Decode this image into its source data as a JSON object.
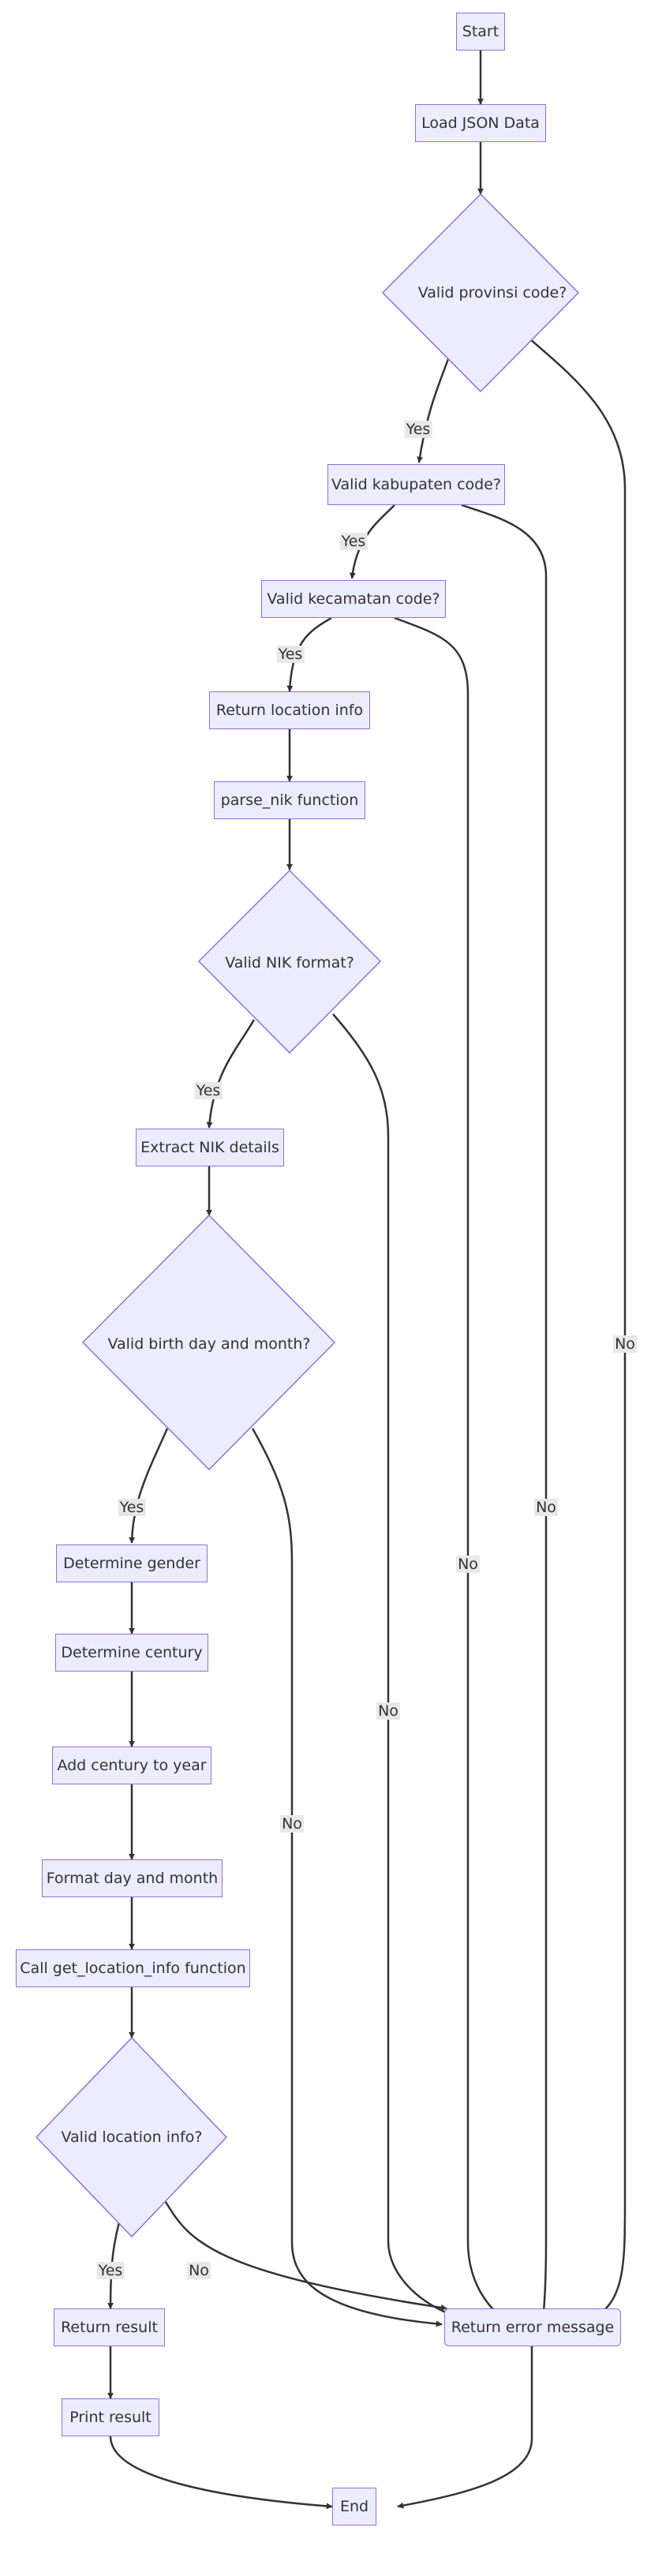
{
  "nodes": {
    "start": "Start",
    "load_json": "Load JSON Data",
    "valid_provinsi": "Valid provinsi code?",
    "valid_kabupaten": "Valid kabupaten code?",
    "valid_kecamatan": "Valid kecamatan code?",
    "return_location_info": "Return location info",
    "parse_nik": "parse_nik function",
    "valid_nik_format": "Valid NIK format?",
    "extract_nik_details": "Extract NIK details",
    "valid_birth": "Valid birth day and month?",
    "determine_gender": "Determine gender",
    "determine_century": "Determine century",
    "add_century": "Add century to year",
    "format_day_month": "Format day and month",
    "call_get_location": "Call get_location_info function",
    "valid_location_info": "Valid location info?",
    "return_result": "Return result",
    "print_result": "Print result",
    "return_error": "Return error message",
    "end": "End"
  },
  "edge_labels": {
    "yes": "Yes",
    "no": "No"
  },
  "colors": {
    "node_fill": "#ececff",
    "node_stroke": "#9370db",
    "edge": "#333333",
    "label_bg": "#e8e8e8"
  }
}
